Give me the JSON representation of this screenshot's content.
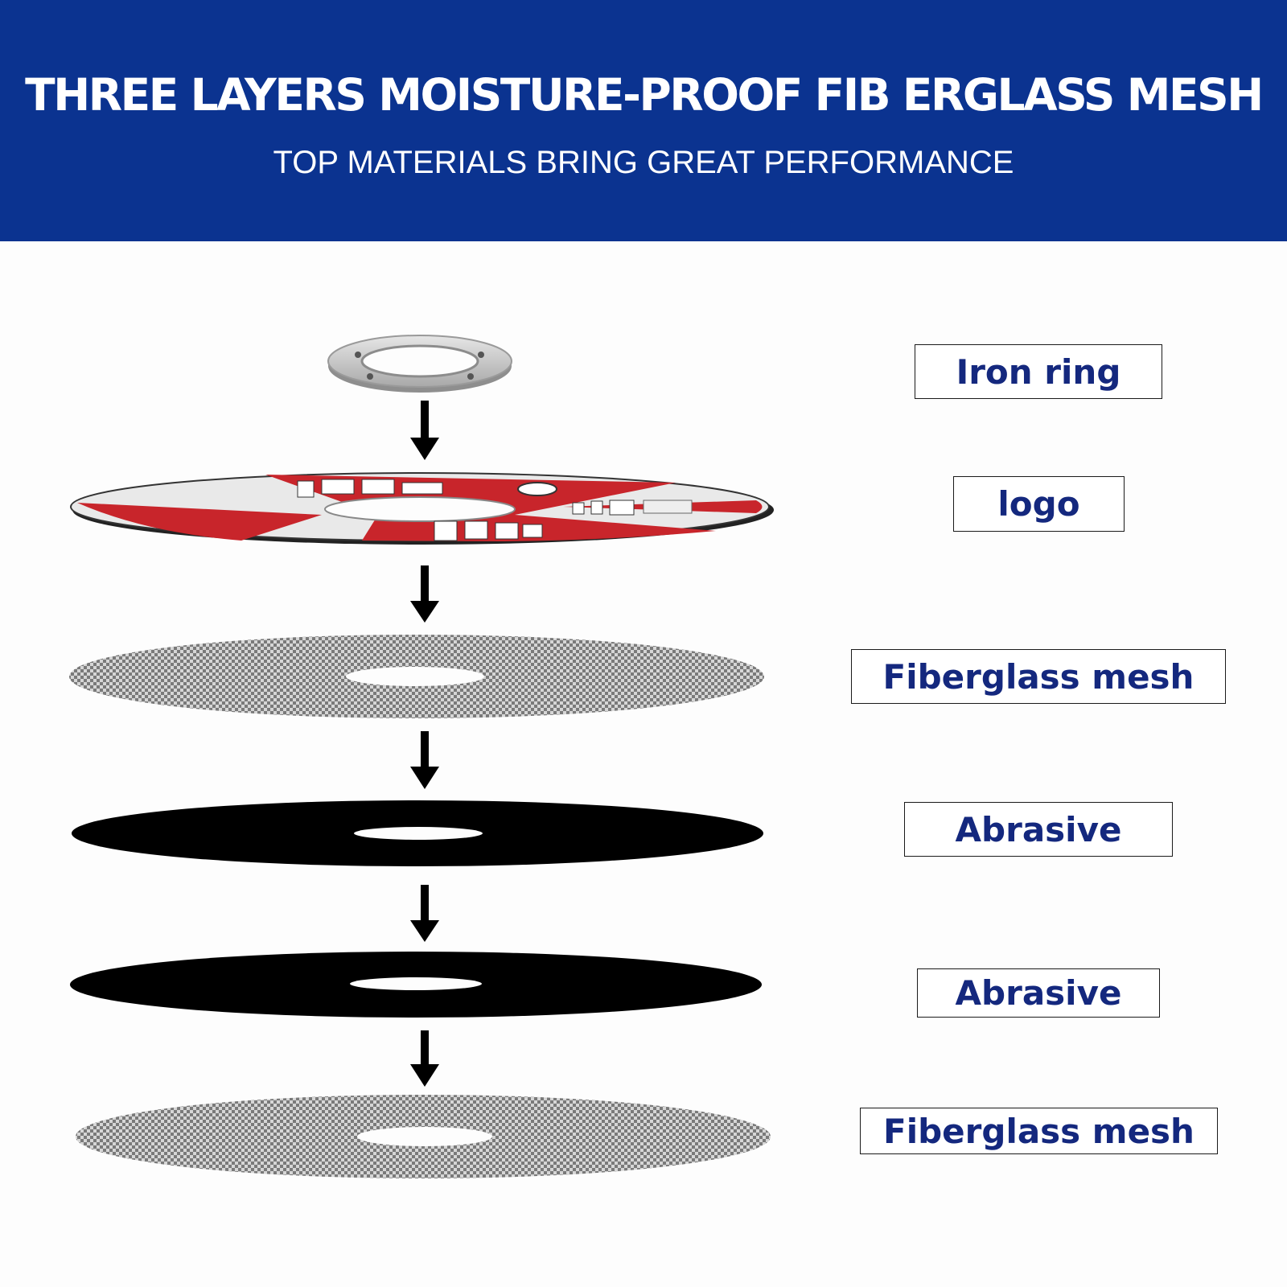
{
  "header": {
    "title": "THREE LAYERS MOISTURE-PROOF FIB ERGLASS MESH",
    "subtitle": "TOP MATERIALS BRING GREAT PERFORMANCE"
  },
  "layers": [
    {
      "label": "Iron ring"
    },
    {
      "label": "logo"
    },
    {
      "label": "Fiberglass mesh"
    },
    {
      "label": "Abrasive"
    },
    {
      "label": "Abrasive"
    },
    {
      "label": "Fiberglass mesh"
    }
  ],
  "colors": {
    "banner": "#0b3390",
    "label_text": "#14287e",
    "disc_red": "#c8252b",
    "abrasive": "#000000",
    "mesh": "#8a8a8a"
  },
  "icons": {
    "arrow": "arrow-down-icon"
  }
}
